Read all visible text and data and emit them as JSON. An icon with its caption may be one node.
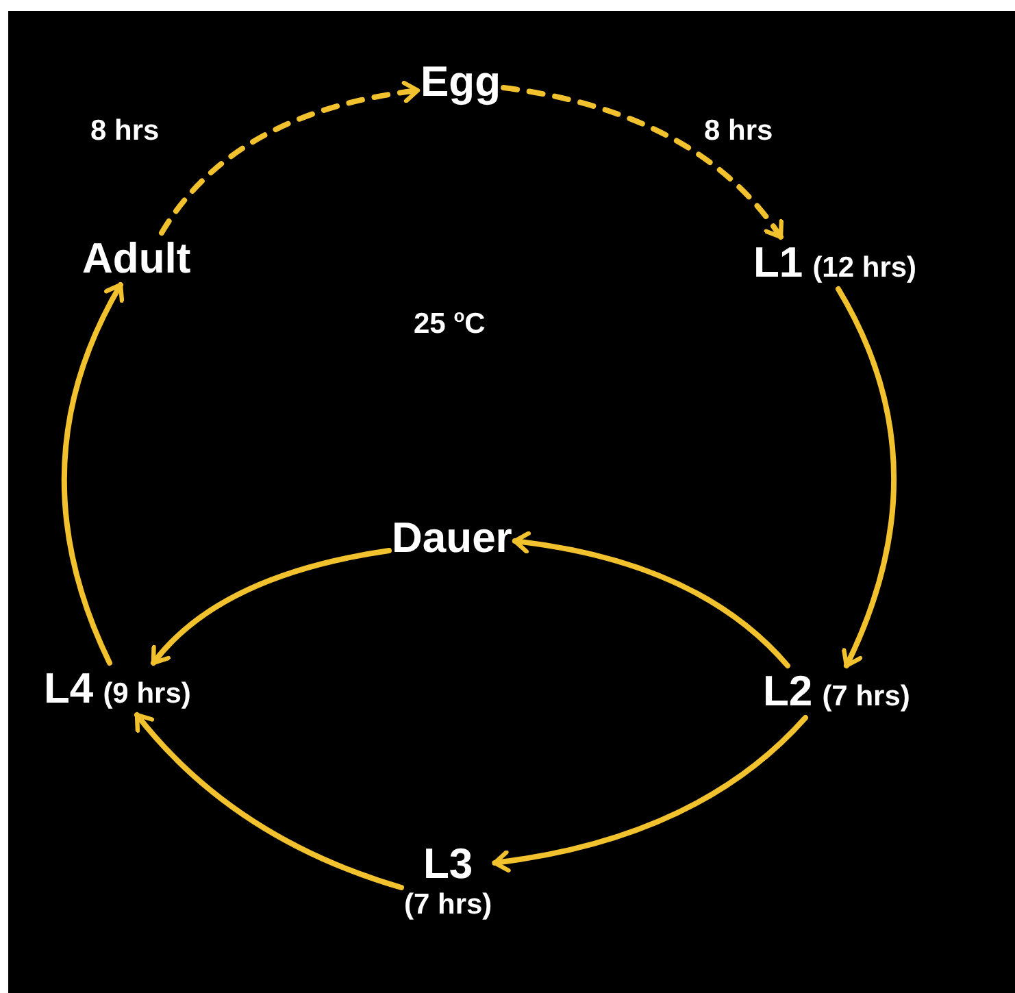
{
  "diagram": {
    "nodes": [
      {
        "text": [
          "Egg"
        ]
      },
      {
        "text": [
          "L1"
        ],
        "beside": [
          "(12 hrs)"
        ]
      },
      {
        "text": [
          "L2"
        ],
        "beside": [
          "(7 hrs)"
        ]
      },
      {
        "text": [
          "L3"
        ],
        "beside": [
          "(7 hrs)"
        ]
      },
      {
        "text": [
          "L4"
        ],
        "beside": [
          "(9 hrs)"
        ]
      },
      {
        "text": [
          "Adult"
        ]
      },
      {
        "text": [
          "Dauer"
        ]
      }
    ],
    "edges": [
      {
        "from": 5,
        "to": 0,
        "arrow": "to",
        "label": "8 hrs",
        "style": "dashed"
      },
      {
        "from": 0,
        "to": 1,
        "arrow": "to",
        "label": "8 hrs",
        "style": "dashed"
      },
      {
        "from": 1,
        "to": 2,
        "arrow": "to"
      },
      {
        "from": 2,
        "to": 3,
        "arrow": "to"
      },
      {
        "from": 3,
        "to": 4,
        "arrow": "to"
      },
      {
        "from": 4,
        "to": 5,
        "arrow": "to"
      },
      {
        "from": 2,
        "to": 6,
        "arrow": "to"
      },
      {
        "from": 6,
        "to": 4,
        "arrow": "to"
      }
    ],
    "labels": [
      "25 $^{o}$C"
    ]
  }
}
